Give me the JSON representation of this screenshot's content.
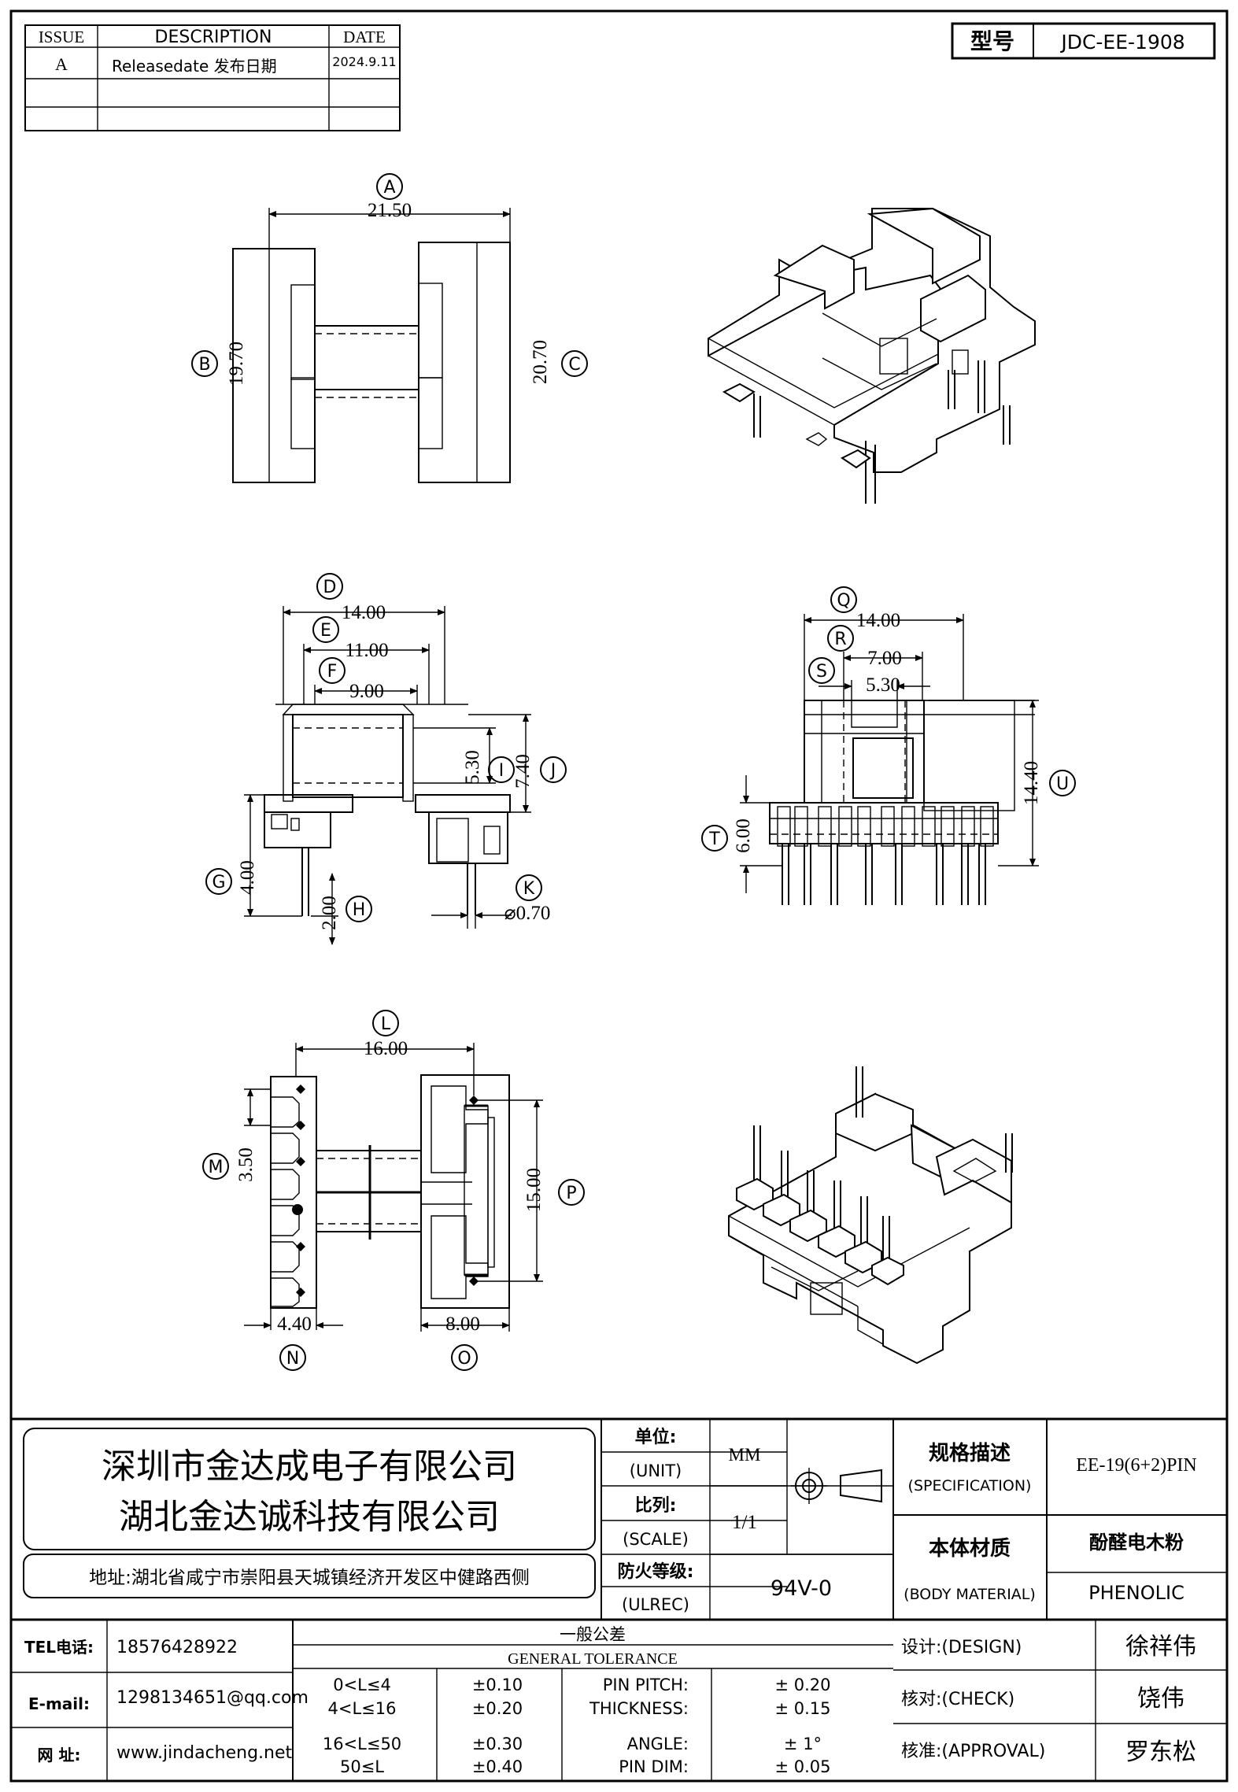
{
  "revision_table": {
    "headers": [
      "ISSUE",
      "DESCRIPTION",
      "DATE"
    ],
    "rows": [
      [
        "A",
        "Releasedate 发布日期",
        "2024.9.11"
      ]
    ]
  },
  "model": {
    "label": "型号",
    "value": "JDC-EE-1908"
  },
  "dimensions": {
    "A": {
      "label": "A",
      "value": "21.50"
    },
    "B": {
      "label": "B",
      "value": "19.70"
    },
    "C": {
      "label": "C",
      "value": "20.70"
    },
    "D": {
      "label": "D",
      "value": "14.00"
    },
    "E": {
      "label": "E",
      "value": "11.00"
    },
    "F": {
      "label": "F",
      "value": "9.00"
    },
    "G": {
      "label": "G",
      "value": "4.00"
    },
    "H": {
      "label": "H",
      "value": "2.00"
    },
    "I": {
      "label": "I",
      "value": "5.30"
    },
    "J": {
      "label": "J",
      "value": "7.40"
    },
    "K": {
      "label": "K",
      "value": "⌀0.70"
    },
    "L": {
      "label": "L",
      "value": "16.00"
    },
    "M": {
      "label": "M",
      "value": "3.50"
    },
    "N": {
      "label": "N",
      "value": "4.40"
    },
    "O": {
      "label": "O",
      "value": "8.00"
    },
    "P": {
      "label": "P",
      "value": "15.00"
    },
    "Q": {
      "label": "Q",
      "value": "14.00"
    },
    "R": {
      "label": "R",
      "value": "7.00"
    },
    "S": {
      "label": "S",
      "value": "5.30"
    },
    "T": {
      "label": "T",
      "value": "6.00"
    },
    "U": {
      "label": "U",
      "value": "14.40"
    }
  },
  "title_block": {
    "company_line1": "深圳市金达成电子有限公司",
    "company_line2": "湖北金达诚科技有限公司",
    "address": "地址:湖北省咸宁市崇阳县天城镇经济开发区中健路西侧",
    "unit_cn": "单位:",
    "unit_en": "(UNIT)",
    "unit_value": "MM",
    "scale_cn": "比列:",
    "scale_en": "(SCALE)",
    "scale_value": "1/1",
    "ulrec_cn": "防火等级:",
    "ulrec_en": "(ULREC)",
    "ulrec_value": "94V-0",
    "spec_cn": "规格描述",
    "spec_en": "(SPECIFICATION)",
    "spec_value": "EE-19(6+2)PIN",
    "material_cn": "本体材质",
    "material_en": "(BODY MATERIAL)",
    "material_value_cn": "酚醛电木粉",
    "material_value_en": "PHENOLIC",
    "tel_label": "TEL电话:",
    "tel_value": "18576428922",
    "email_label": "E-mail:",
    "email_value": "1298134651@qq.com",
    "web_label": "网    址:",
    "web_value": "www.jindacheng.net",
    "tolerance_cn": "一般公差",
    "tolerance_en": "GENERAL TOLERANCE",
    "tolerance_rows": [
      {
        "range": "0<L≤4",
        "tol": "±0.10",
        "item": "PIN PITCH:",
        "val": "±  0.20"
      },
      {
        "range": "4<L≤16",
        "tol": "±0.20",
        "item": "THICKNESS:",
        "val": "±  0.15"
      },
      {
        "range": "16<L≤50",
        "tol": "±0.30",
        "item": "ANGLE:",
        "val": "±  1°"
      },
      {
        "range": "50≤L",
        "tol": "±0.40",
        "item": "PIN DIM:",
        "val": "±  0.05"
      }
    ],
    "design_label": "设计:(DESIGN)",
    "design_value": "徐祥伟",
    "check_label": "核对:(CHECK)",
    "check_value": "饶伟",
    "approval_label": "核准:(APPROVAL)",
    "approval_value": "罗东松"
  }
}
